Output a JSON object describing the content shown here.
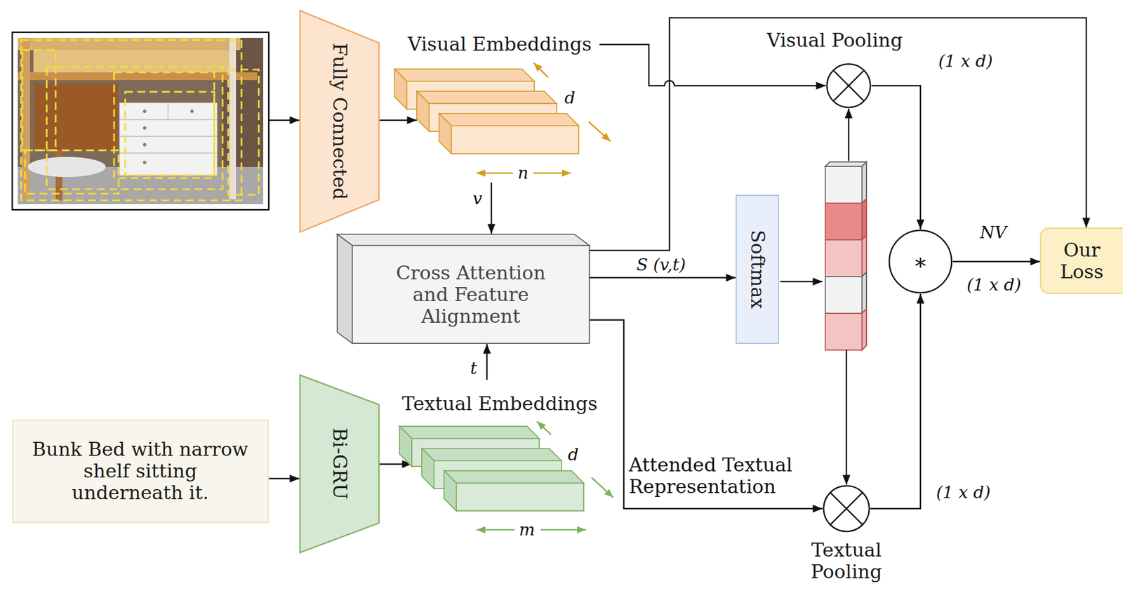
{
  "diagram": {
    "nodes": [
      {
        "text": [
          "Fully Connected"
        ]
      },
      {
        "text": [
          "Visual Embeddings"
        ]
      },
      {
        "text": [
          "Visual Pooling"
        ]
      },
      {
        "text": [
          "Cross Attention and Feature Alignment"
        ]
      },
      {
        "text": [
          "Softmax"
        ]
      },
      {
        "text": [
          "*"
        ]
      },
      {
        "text": [
          "Our Loss"
        ]
      },
      {
        "text": [
          "Bunk Bed with narrow shelf sitting underneath it."
        ]
      },
      {
        "text": [
          "Bi-GRU"
        ]
      },
      {
        "text": [
          "Textual Embeddings"
        ]
      },
      {
        "text": [
          "Textual Pooling"
        ]
      }
    ],
    "edges": [
      {
        "from": 0,
        "to": 1,
        "arrow": "to"
      },
      {
        "from": 1,
        "to": 3,
        "arrow": "to",
        "label": "v"
      },
      {
        "from": 1,
        "to": 2,
        "arrow": "to"
      },
      {
        "from": 3,
        "to": 6,
        "arrow": "to"
      },
      {
        "from": 3,
        "to": 4,
        "arrow": "to",
        "label": "S (v,t)"
      },
      {
        "from": 2,
        "to": 5,
        "arrow": "to",
        "label": "(1 x d)"
      },
      {
        "from": 5,
        "to": 6,
        "arrow": "to",
        "label": "NV"
      },
      {
        "from": 7,
        "to": 8,
        "arrow": "to"
      },
      {
        "from": 8,
        "to": 9,
        "arrow": "to"
      },
      {
        "from": 9,
        "to": 3,
        "arrow": "to",
        "label": "t"
      },
      {
        "from": 3,
        "to": 10,
        "arrow": "to",
        "label": "Attended Textual Representation"
      },
      {
        "from": 10,
        "to": 5,
        "arrow": "to",
        "label": "(1 x d)"
      }
    ],
    "labels": [
      "d",
      "n",
      "d",
      "m",
      "(1 x d)"
    ]
  }
}
